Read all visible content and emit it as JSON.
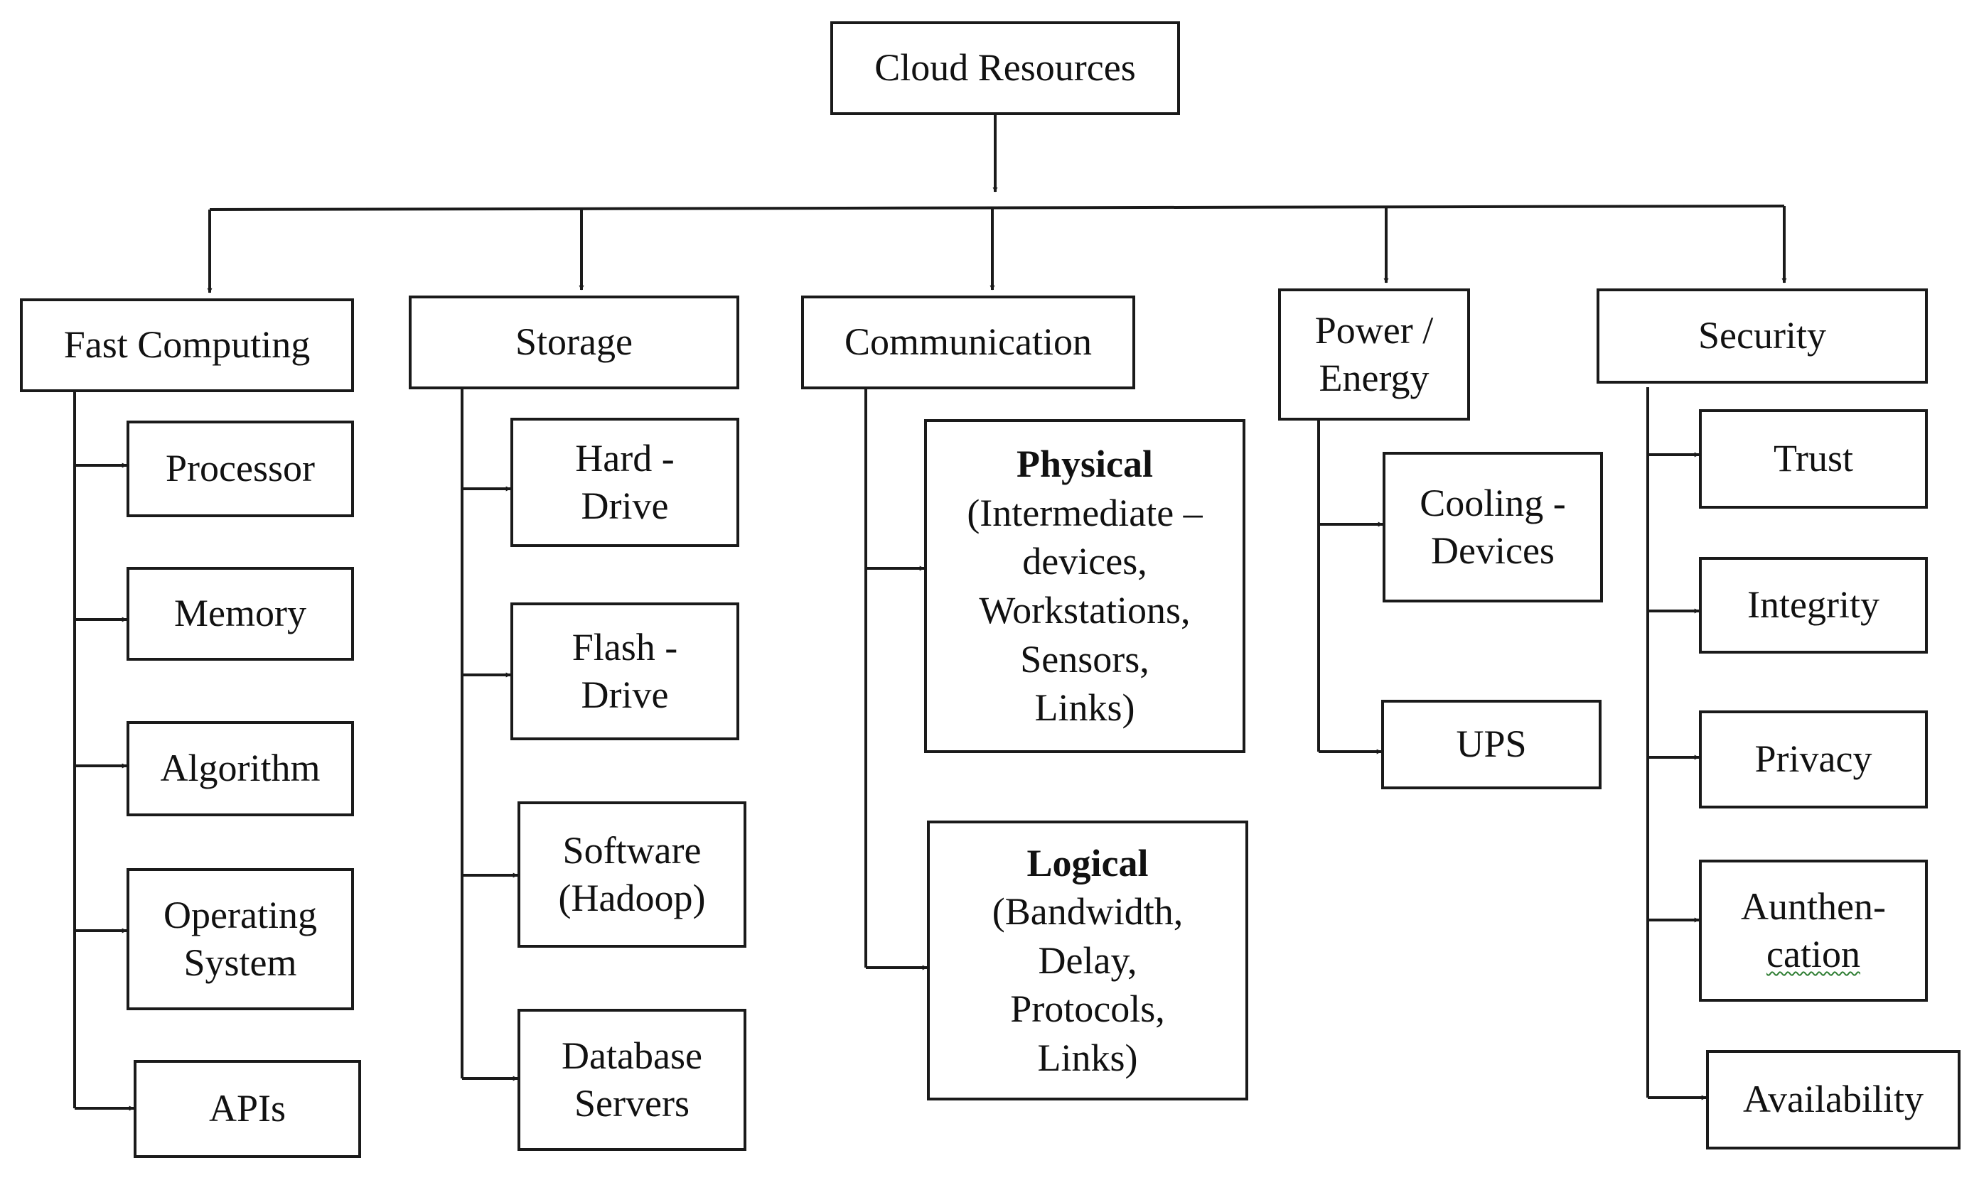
{
  "root": {
    "label": "Cloud Resources"
  },
  "categories": {
    "fast_computing": {
      "label": "Fast Computing",
      "children": [
        "Processor",
        "Memory",
        "Algorithm",
        [
          "Operating",
          "System"
        ],
        "APIs"
      ]
    },
    "storage": {
      "label": "Storage",
      "children": [
        [
          "Hard -",
          "Drive"
        ],
        [
          "Flash -",
          "Drive"
        ],
        [
          "Software",
          "(Hadoop)"
        ],
        [
          "Database",
          "Servers"
        ]
      ]
    },
    "communication": {
      "label": "Communication",
      "physical": {
        "title": "Physical",
        "lines": [
          "(Intermediate –",
          "devices,",
          "Workstations,",
          "Sensors,",
          "Links)"
        ]
      },
      "logical": {
        "title": "Logical",
        "lines": [
          "(Bandwidth,",
          "Delay,",
          "Protocols,",
          "Links)"
        ]
      }
    },
    "power": {
      "label_lines": [
        "Power /",
        "Energy"
      ],
      "children": [
        [
          "Cooling -",
          "Devices"
        ],
        "UPS"
      ]
    },
    "security": {
      "label": "Security",
      "children": [
        "Trust",
        "Integrity",
        "Privacy",
        [
          "Aunthen-",
          "cation"
        ],
        "Availability"
      ]
    }
  },
  "colors": {
    "line": "#1a1a1a",
    "border": "#1a1a1a",
    "background": "#ffffff",
    "spellcheck": "#2e7d32"
  }
}
